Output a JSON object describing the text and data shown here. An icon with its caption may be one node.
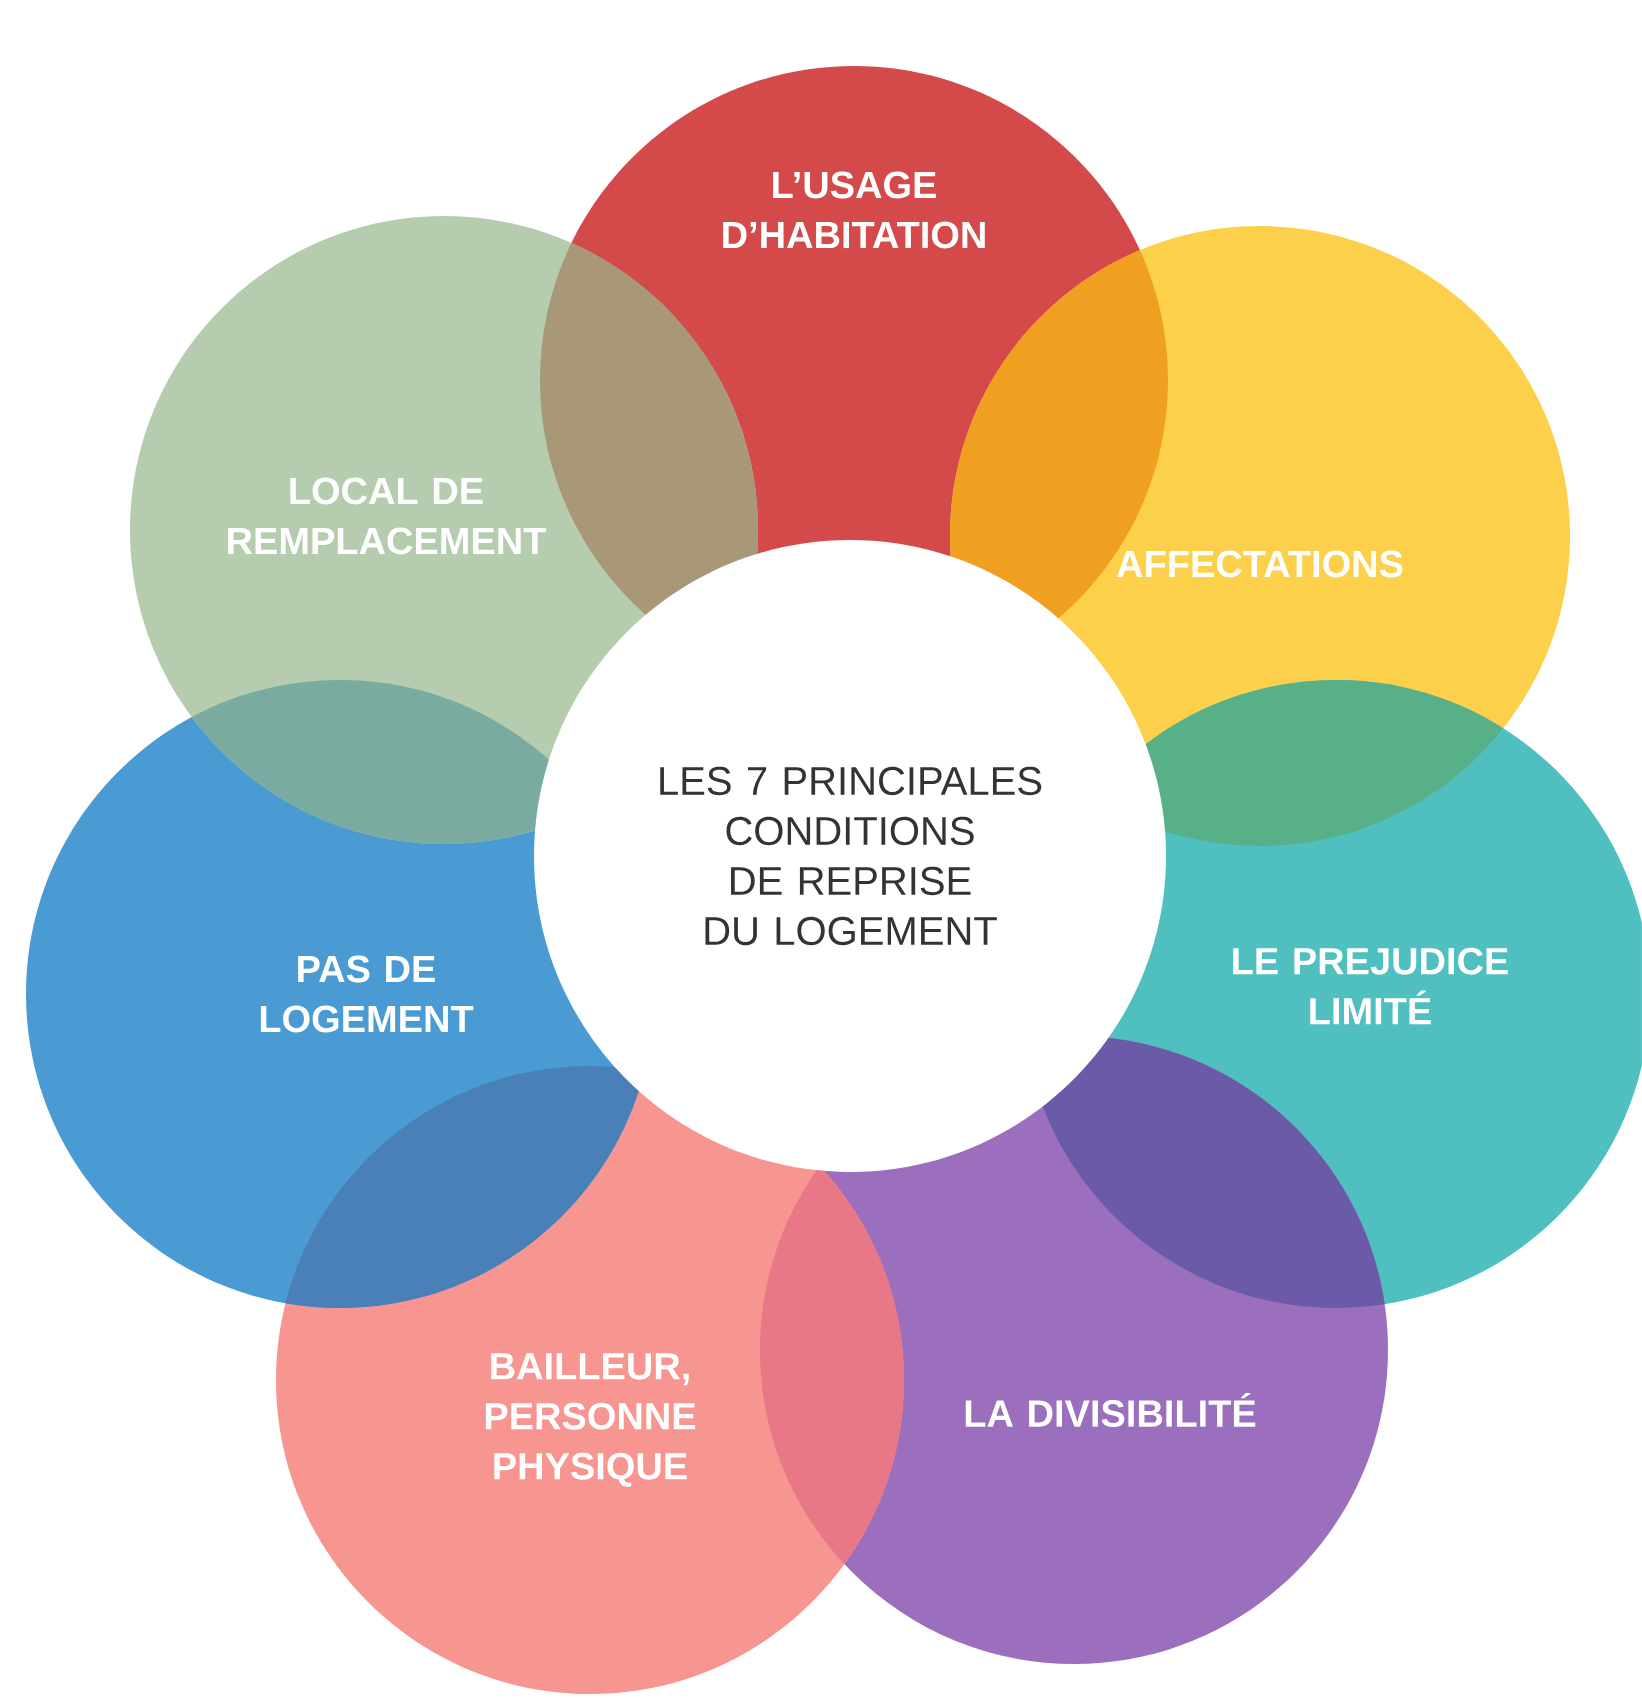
{
  "diagram": {
    "nodes": [
      {
        "text": [
          "LES 7 PRINCIPALES CONDITIONS DE REPRISE DU LOGEMENT"
        ]
      },
      {
        "text": [
          "L’USAGE D’HABITATION"
        ]
      },
      {
        "text": [
          "AFFECTATIONS"
        ]
      },
      {
        "text": [
          "LE PREJUDICE LIMITÉ"
        ]
      },
      {
        "text": [
          "LA DIVISIBILITÉ"
        ]
      },
      {
        "text": [
          "BAILLEUR, PERSONNE PHYSIQUE"
        ]
      },
      {
        "text": [
          "PAS DE LOGEMENT"
        ]
      },
      {
        "text": [
          "LOCAL DE REMPLACEMENT"
        ]
      }
    ]
  }
}
